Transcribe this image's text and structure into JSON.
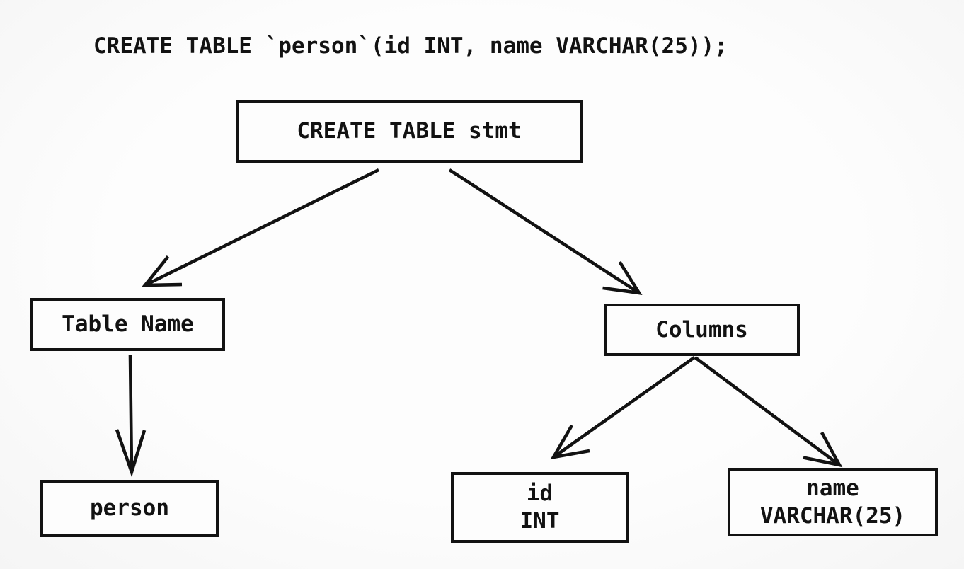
{
  "sql_statement": "CREATE TABLE `person`(id INT, name VARCHAR(25));",
  "tree": {
    "root": {
      "label": "CREATE TABLE stmt"
    },
    "table_name": {
      "label": "Table Name"
    },
    "columns": {
      "label": "Columns"
    },
    "person": {
      "label": "person"
    },
    "id_column": {
      "name": "id",
      "type": "INT"
    },
    "name_column": {
      "name": "name",
      "type": "VARCHAR(25)"
    }
  },
  "colors": {
    "stroke": "#121212",
    "background": "#fbfbfb",
    "text": "#121212"
  }
}
